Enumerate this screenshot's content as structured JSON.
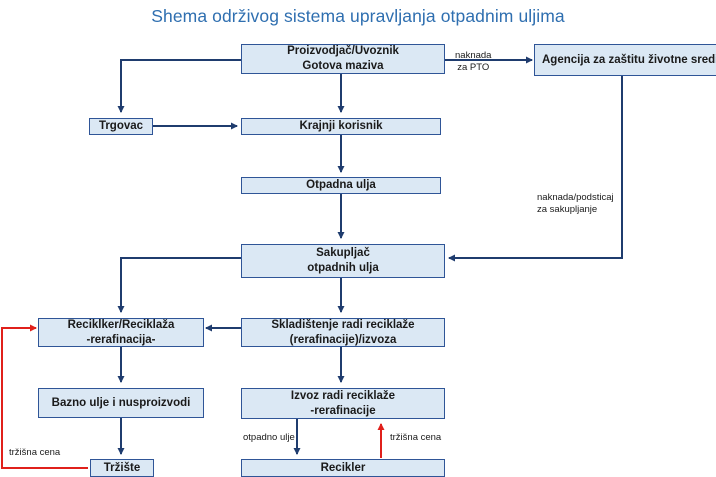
{
  "title": "Shema održivog sistema upravljanja otpadnim uljima",
  "nodes": {
    "producer": [
      "Proizvodjač/Uvoznik",
      "Gotova maziva"
    ],
    "agency": [
      "Agencija za zaštitu životne sredine"
    ],
    "trader": [
      "Trgovac"
    ],
    "end_user": [
      "Krajnji korisnik"
    ],
    "waste_oil": [
      "Otpadna ulja"
    ],
    "collector": [
      "Sakupljač",
      "otpadnih ulja"
    ],
    "recycler_refining": [
      "Reciklker/Reciklaža",
      "-rerafinacija-"
    ],
    "storage": [
      "Skladištenje radi reciklaže",
      "(rerafinacije)/izvoza"
    ],
    "base_oil": [
      "Bazno ulje i nusproizvodi"
    ],
    "export": [
      "Izvoz radi reciklaže",
      "-rerafinacije"
    ],
    "market": [
      "Tržište"
    ],
    "recycler": [
      "Recikler"
    ]
  },
  "edge_labels": {
    "fee_pto": [
      "naknada",
      "za PTO"
    ],
    "fee_subsidy": [
      "naknada/podsticaj",
      "za sakupljanje"
    ],
    "market_price_left": [
      "tržišna cena"
    ],
    "waste_oil_flow": [
      "otpadno ulje"
    ],
    "market_price_right": [
      "tržišna cena"
    ]
  },
  "colors": {
    "box_fill": "#dbe8f4",
    "box_border": "#2f5597",
    "arrow": "#1f3c6e",
    "money_arrow": "#e0201b",
    "title": "#2f6fb0"
  }
}
